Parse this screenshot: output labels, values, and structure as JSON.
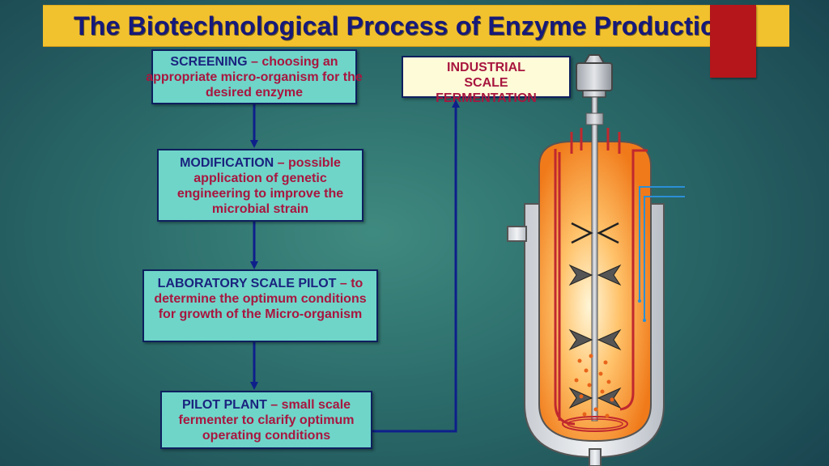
{
  "title": "The Biotechnological Process of Enzyme Production",
  "steps": [
    {
      "keyword": "SCREENING",
      "text": " – choosing an appropriate micro-organism for the desired enzyme"
    },
    {
      "keyword": "MODIFICATION",
      "text": " – possible application of genetic engineering to improve the microbial strain"
    },
    {
      "keyword": "LABORATORY SCALE PILOT",
      "text": " – to determine the optimum conditions for growth of the Micro-organism"
    },
    {
      "keyword": "PILOT PLANT",
      "text": " – small scale fermenter to clarify optimum operating conditions"
    }
  ],
  "industrial": {
    "label": "INDUSTRIAL SCALE FERMENTATION"
  },
  "colors": {
    "title_band": "#f2c12e",
    "title_text": "#16197a",
    "box_fill": "#6fd5c9",
    "box_border": "#0e1f5e",
    "keyword_text": "#1a237e",
    "body_text": "#a8163f",
    "accent_red": "#b4161b",
    "fermenter_orange": "#f58a2a"
  }
}
